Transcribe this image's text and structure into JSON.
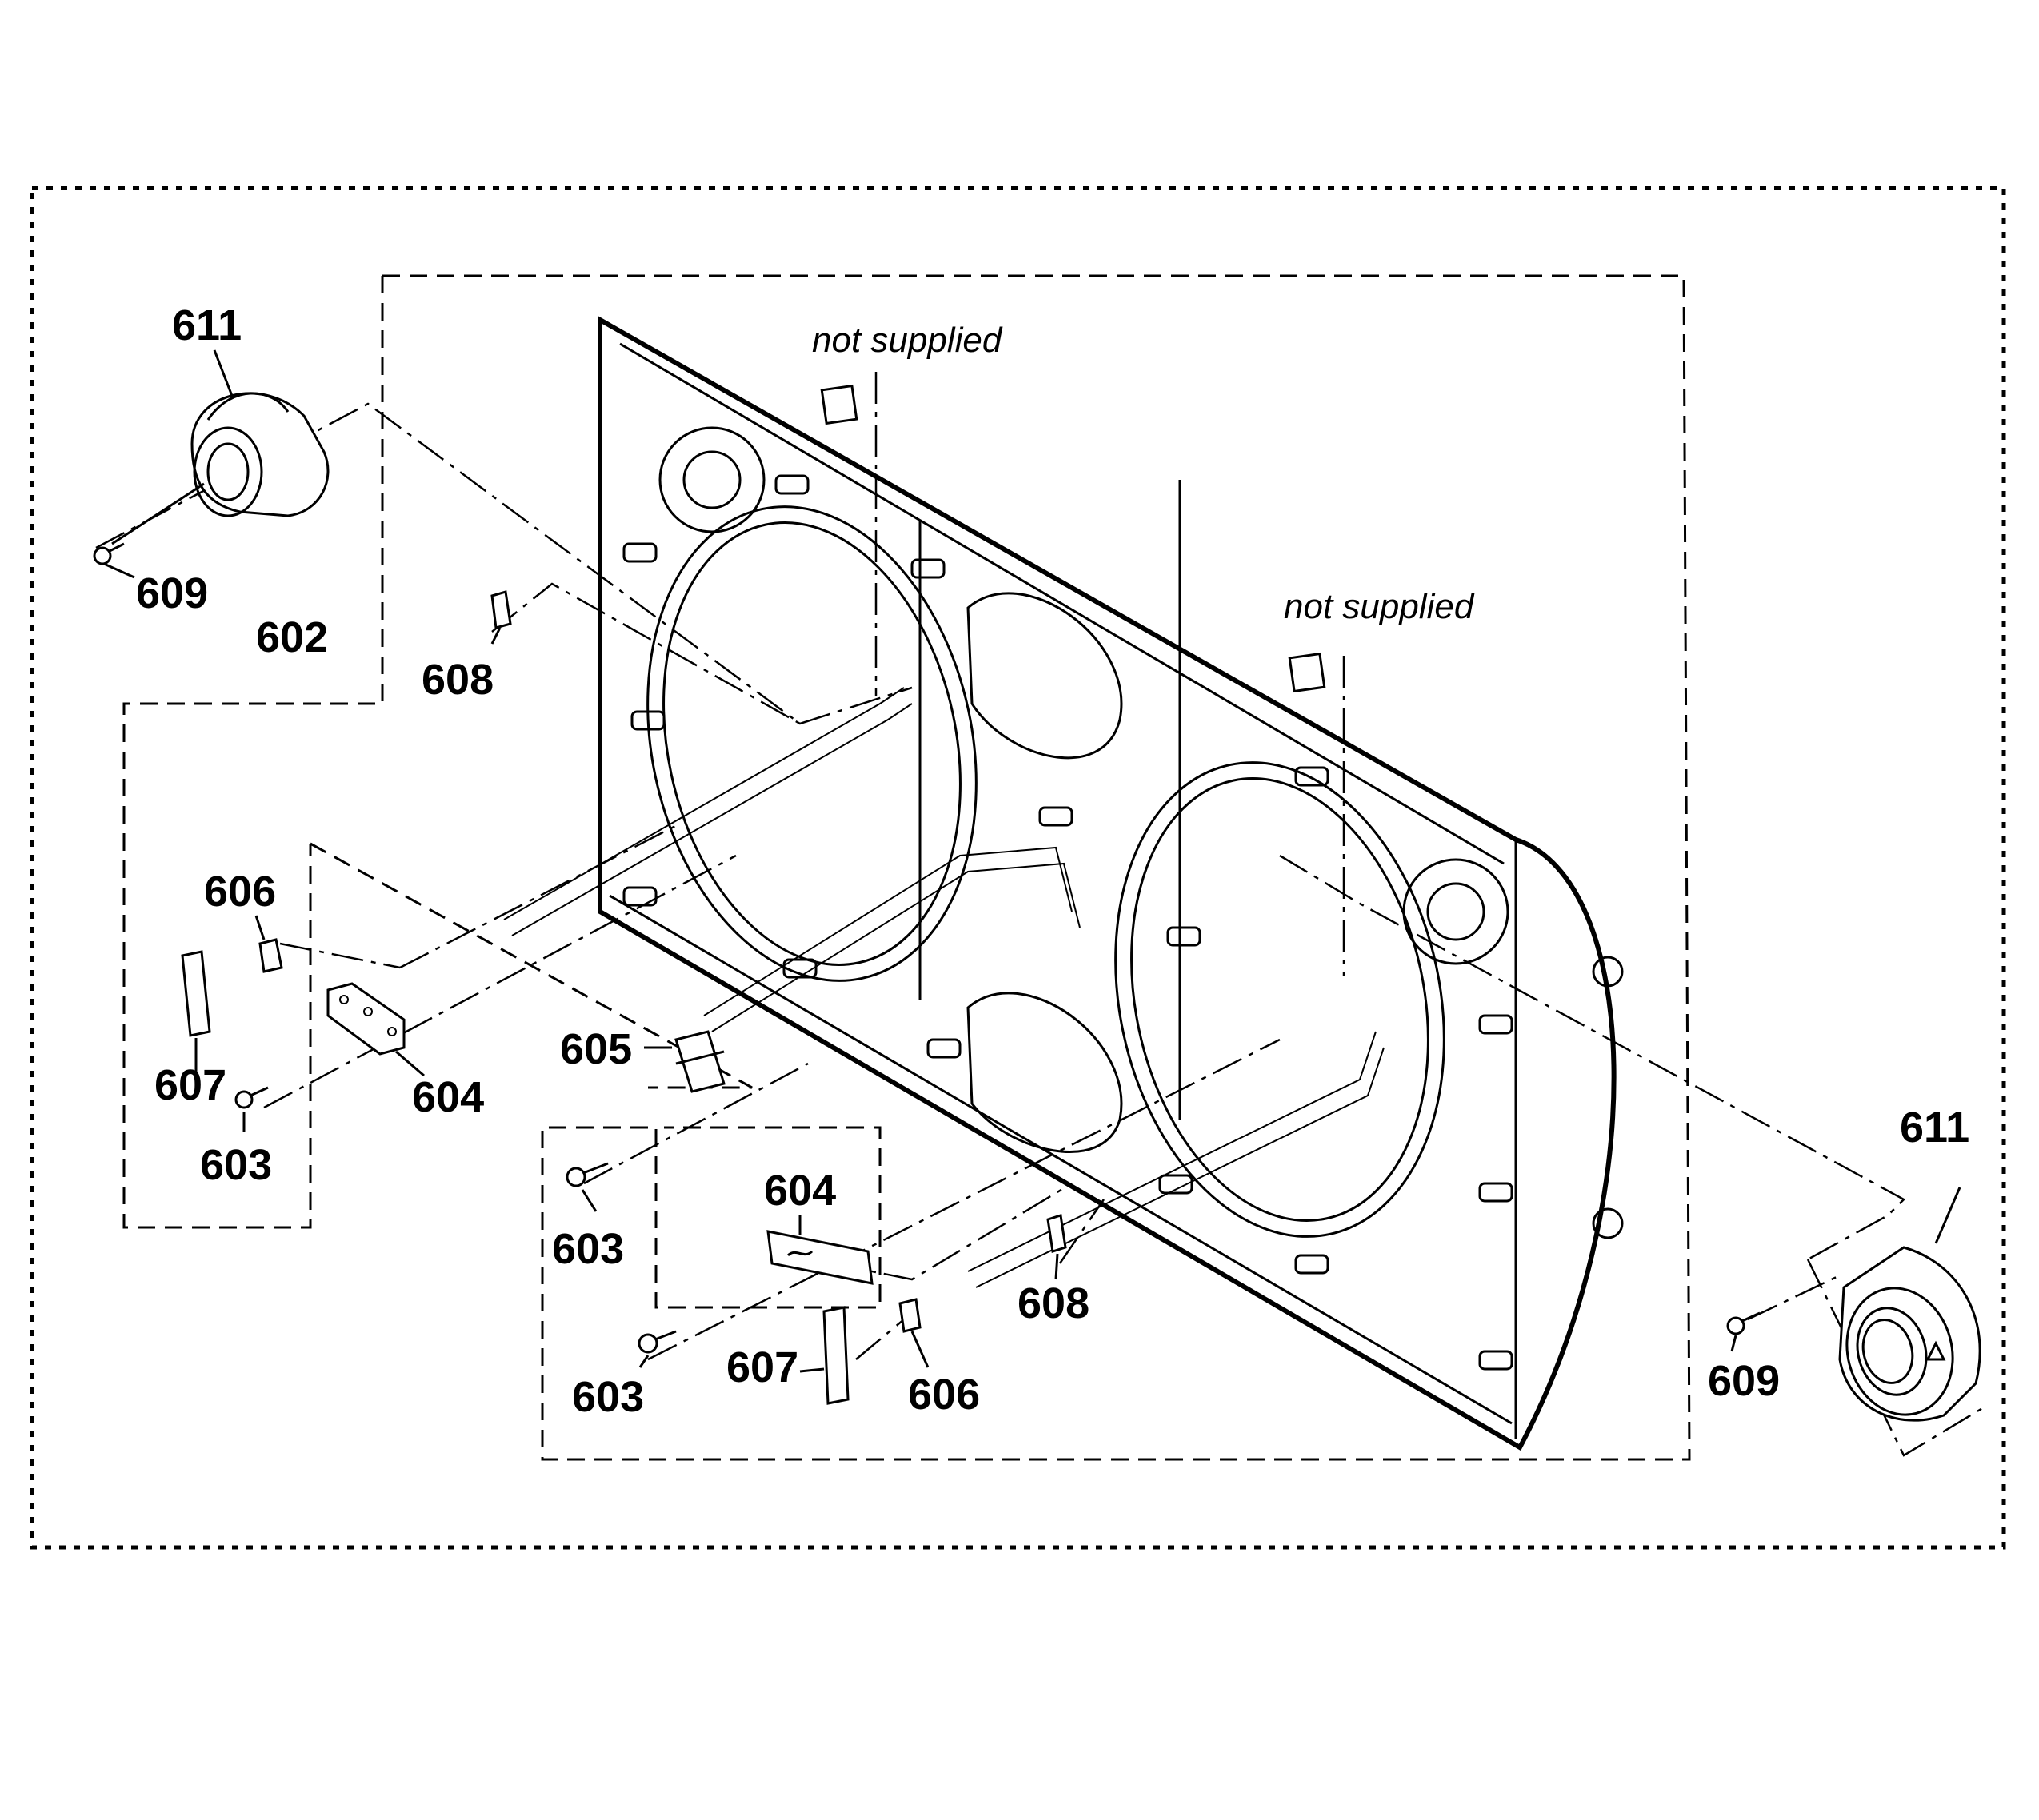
{
  "labels": {
    "part_611_top": "611",
    "part_609_top": "609",
    "part_602": "602",
    "part_608_left": "608",
    "part_606_left": "606",
    "part_607_left": "607",
    "part_604_left": "604",
    "part_603_left": "603",
    "part_605": "605",
    "part_603_mid": "603",
    "part_604_mid": "604",
    "part_603_bottom": "603",
    "part_607_mid": "607",
    "part_606_mid": "606",
    "part_608_right": "608",
    "part_611_right": "611",
    "part_609_right": "609",
    "note_not_supplied_1": "not supplied",
    "note_not_supplied_2": "not supplied"
  }
}
